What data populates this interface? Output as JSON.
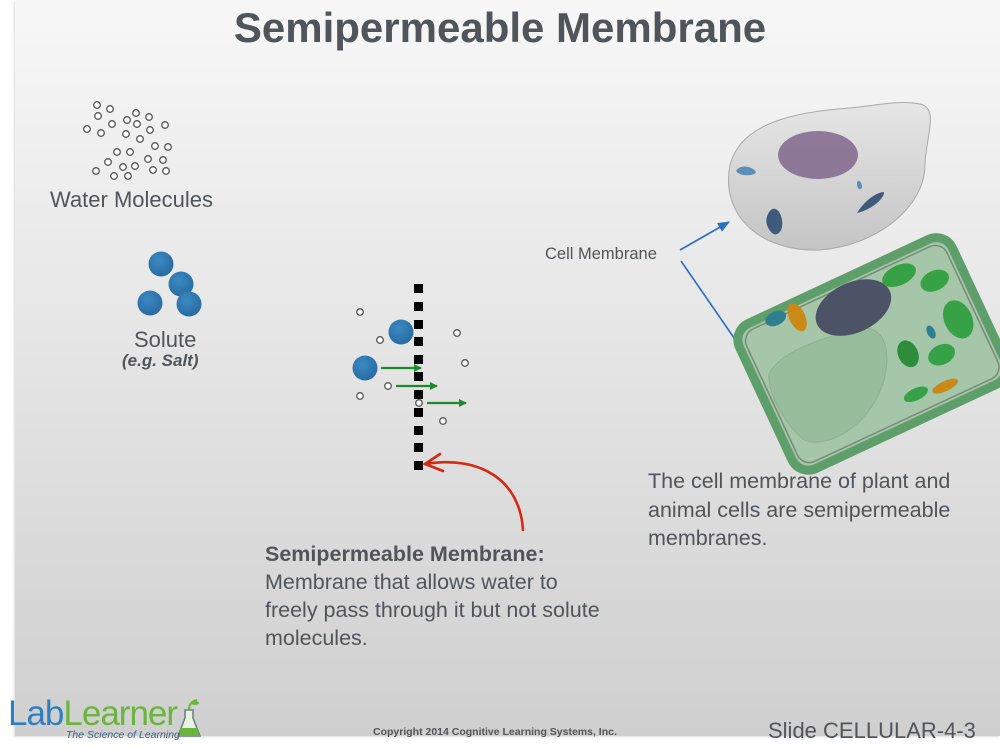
{
  "slide": {
    "title": "Semipermeable Membrane",
    "legend": {
      "water_label": "Water Molecules",
      "solute_label": "Solute",
      "solute_example": "(e.g. Salt)"
    },
    "diagram": {
      "cell_membrane_label": "Cell Membrane",
      "definition_title": "Semipermeable Membrane:",
      "definition_text": "Membrane that allows water to freely pass through it but not solute molecules.",
      "cell_note": "The cell membrane of plant and animal cells are semipermeable membranes.",
      "cells": [
        "animal-cell",
        "plant-cell"
      ]
    },
    "colors": {
      "text": "#50555b",
      "solute": "#2f7bb5",
      "arrow_green": "#1e8a2e",
      "arrow_red": "#d42a12",
      "arrow_blue": "#2a6fc4",
      "plant_wall": "#5e9e6a",
      "animal_nucleus": "#8a7394",
      "plant_nucleus": "#4d5366"
    },
    "footer": {
      "logo_lab": "Lab",
      "logo_learner": "Learner",
      "logo_tagline": "The Science of Learning",
      "copyright": "Copyright 2014 Cognitive Learning Systems, Inc.",
      "slide_id": "Slide CELLULAR-4-3"
    }
  }
}
